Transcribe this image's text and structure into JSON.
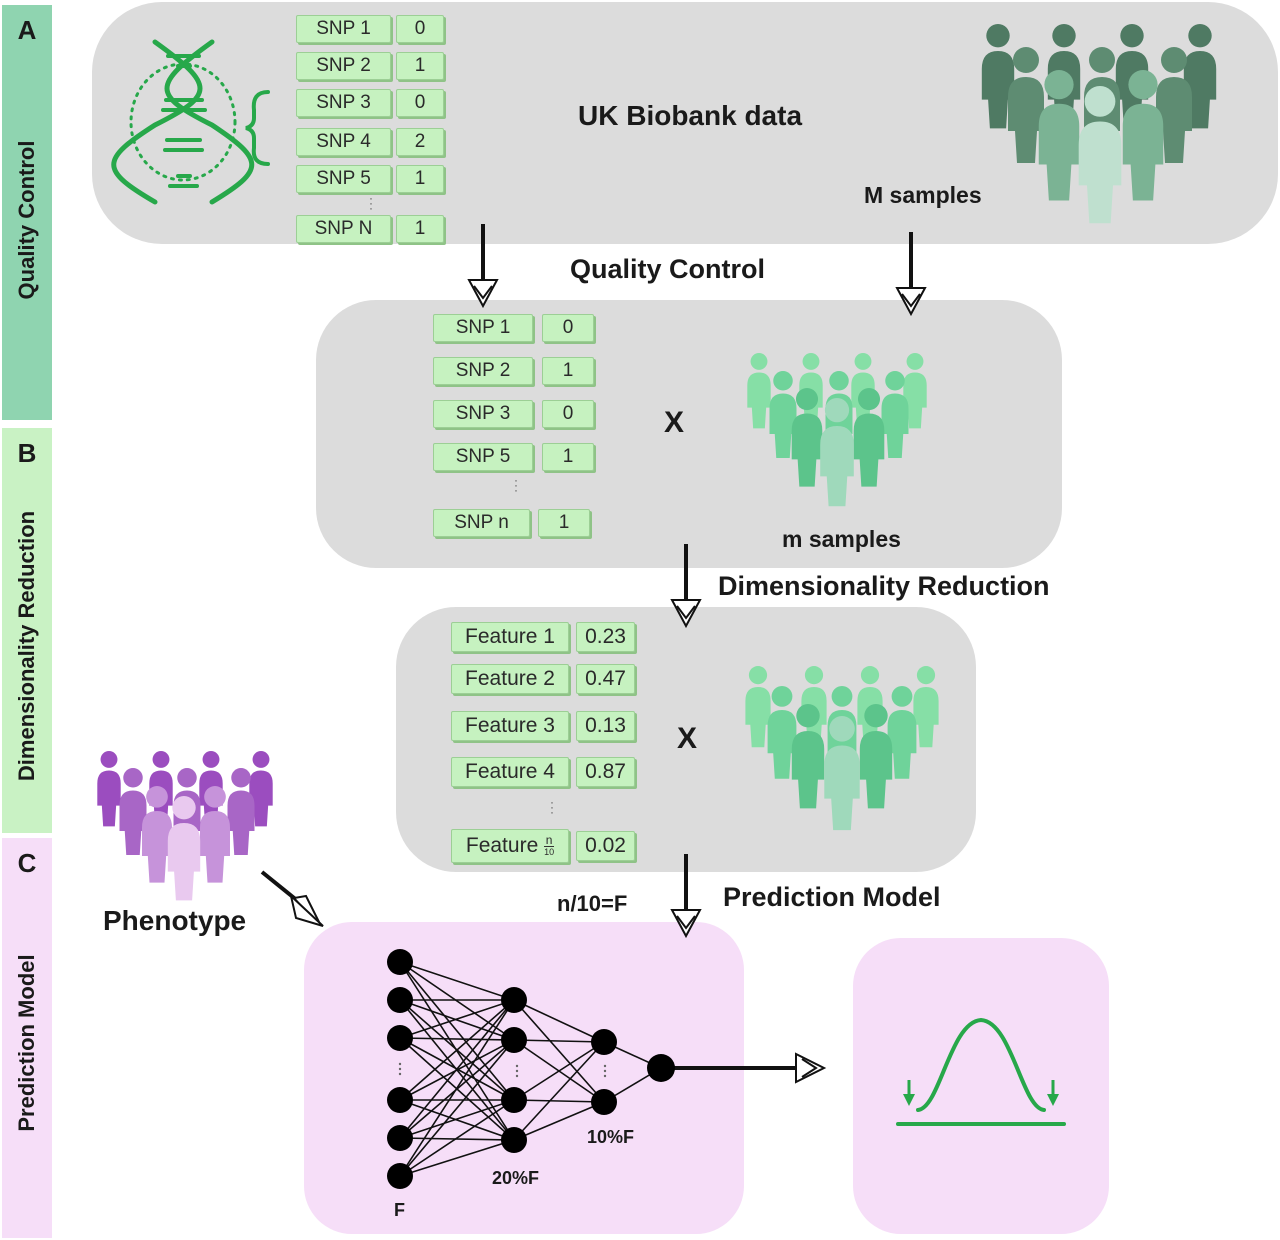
{
  "stages": [
    {
      "letter": "A",
      "name": "Quality Control",
      "color": "#8fd4b0"
    },
    {
      "letter": "B",
      "name": "Dimensionality Reduction",
      "color": "#c9f2c4"
    },
    {
      "letter": "C",
      "name": "Prediction Model",
      "color": "#f6def8"
    }
  ],
  "panel_a": {
    "title": "UK Biobank data",
    "samples": "M samples",
    "snps": [
      {
        "name": "SNP 1",
        "value": "0"
      },
      {
        "name": "SNP 2",
        "value": "1"
      },
      {
        "name": "SNP 3",
        "value": "0"
      },
      {
        "name": "SNP 4",
        "value": "2"
      },
      {
        "name": "SNP 5",
        "value": "1"
      },
      {
        "name": "SNP N",
        "value": "1"
      }
    ]
  },
  "step_quality_control": "Quality Control",
  "panel_b": {
    "times": "X",
    "samples": "m samples",
    "snps": [
      {
        "name": "SNP 1",
        "value": "0"
      },
      {
        "name": "SNP 2",
        "value": "1"
      },
      {
        "name": "SNP 3",
        "value": "0"
      },
      {
        "name": "SNP 5",
        "value": "1"
      },
      {
        "name": "SNP n",
        "value": "1"
      }
    ]
  },
  "step_dimensionality_reduction": "Dimensionality Reduction",
  "panel_c": {
    "times": "X",
    "features": [
      {
        "name": "Feature 1",
        "value": "0.23"
      },
      {
        "name": "Feature 2",
        "value": "0.47"
      },
      {
        "name": "Feature 3",
        "value": "0.13"
      },
      {
        "name": "Feature 4",
        "value": "0.87"
      }
    ],
    "last_feature": {
      "name": "Feature",
      "frac_num": "n",
      "frac_den": "10",
      "value": "0.02"
    }
  },
  "step_prediction_model": "Prediction Model",
  "formula": "n/10=F",
  "phenotype": "Phenotype",
  "network": {
    "layer1": "F",
    "layer2": "20%F",
    "layer3": "10%F"
  },
  "colors": {
    "panel_gray": "#dcdcdc",
    "panel_pink": "#f6def8",
    "dna_green": "#27a84a",
    "cell_green": "#c6f2c0",
    "people_dark": "#4f7c66",
    "people_light": "#6fd39a",
    "people_purple": "#9b4dbf"
  }
}
